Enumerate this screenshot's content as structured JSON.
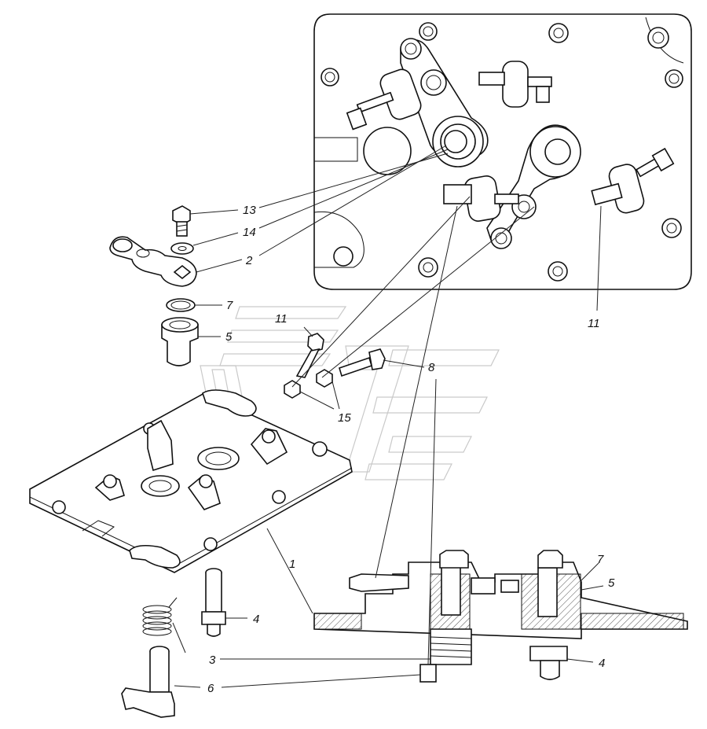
{
  "callouts": [
    {
      "id": "c13",
      "text": "13"
    },
    {
      "id": "c14",
      "text": "14"
    },
    {
      "id": "c2",
      "text": "2"
    },
    {
      "id": "c7a",
      "text": "7"
    },
    {
      "id": "c5a",
      "text": "5"
    },
    {
      "id": "c11a",
      "text": "11"
    },
    {
      "id": "c11b",
      "text": "11"
    },
    {
      "id": "c8",
      "text": "8"
    },
    {
      "id": "c15",
      "text": "15"
    },
    {
      "id": "c1",
      "text": "1"
    },
    {
      "id": "c4a",
      "text": "4"
    },
    {
      "id": "c3",
      "text": "3"
    },
    {
      "id": "c6",
      "text": "6"
    },
    {
      "id": "c7b",
      "text": "7"
    },
    {
      "id": "c5b",
      "text": "5"
    },
    {
      "id": "c4b",
      "text": "4"
    }
  ]
}
